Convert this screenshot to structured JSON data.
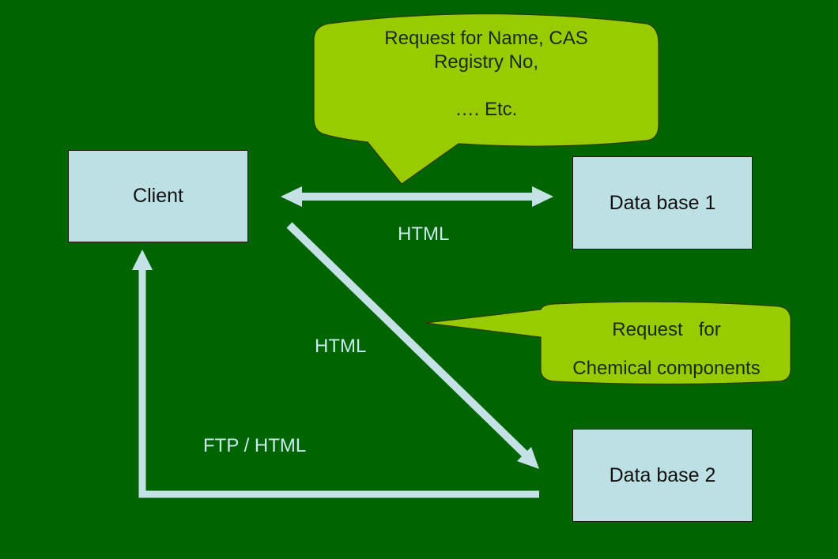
{
  "diagram": {
    "colors": {
      "background": "#006400",
      "box_fill": "#bde0e4",
      "arrow": "#c4e2e6",
      "callout_fill": "#99cc00",
      "label_text": "#c8ecec"
    },
    "nodes": {
      "client": {
        "label": "Client"
      },
      "db1": {
        "label": "Data base 1"
      },
      "db2": {
        "label": "Data base 2"
      }
    },
    "edges": {
      "client_db1": {
        "label": "HTML",
        "direction": "bidirectional"
      },
      "client_db2": {
        "label": "HTML",
        "direction": "client-to-db2"
      },
      "db2_client": {
        "label": "FTP / HTML",
        "direction": "db2-to-client"
      }
    },
    "callouts": {
      "top": {
        "line1": "Request  for Name, CAS",
        "line2": "Registry No,",
        "line3": "…. Etc."
      },
      "right": {
        "line1": "Request   for",
        "line2": "Chemical components"
      }
    }
  }
}
